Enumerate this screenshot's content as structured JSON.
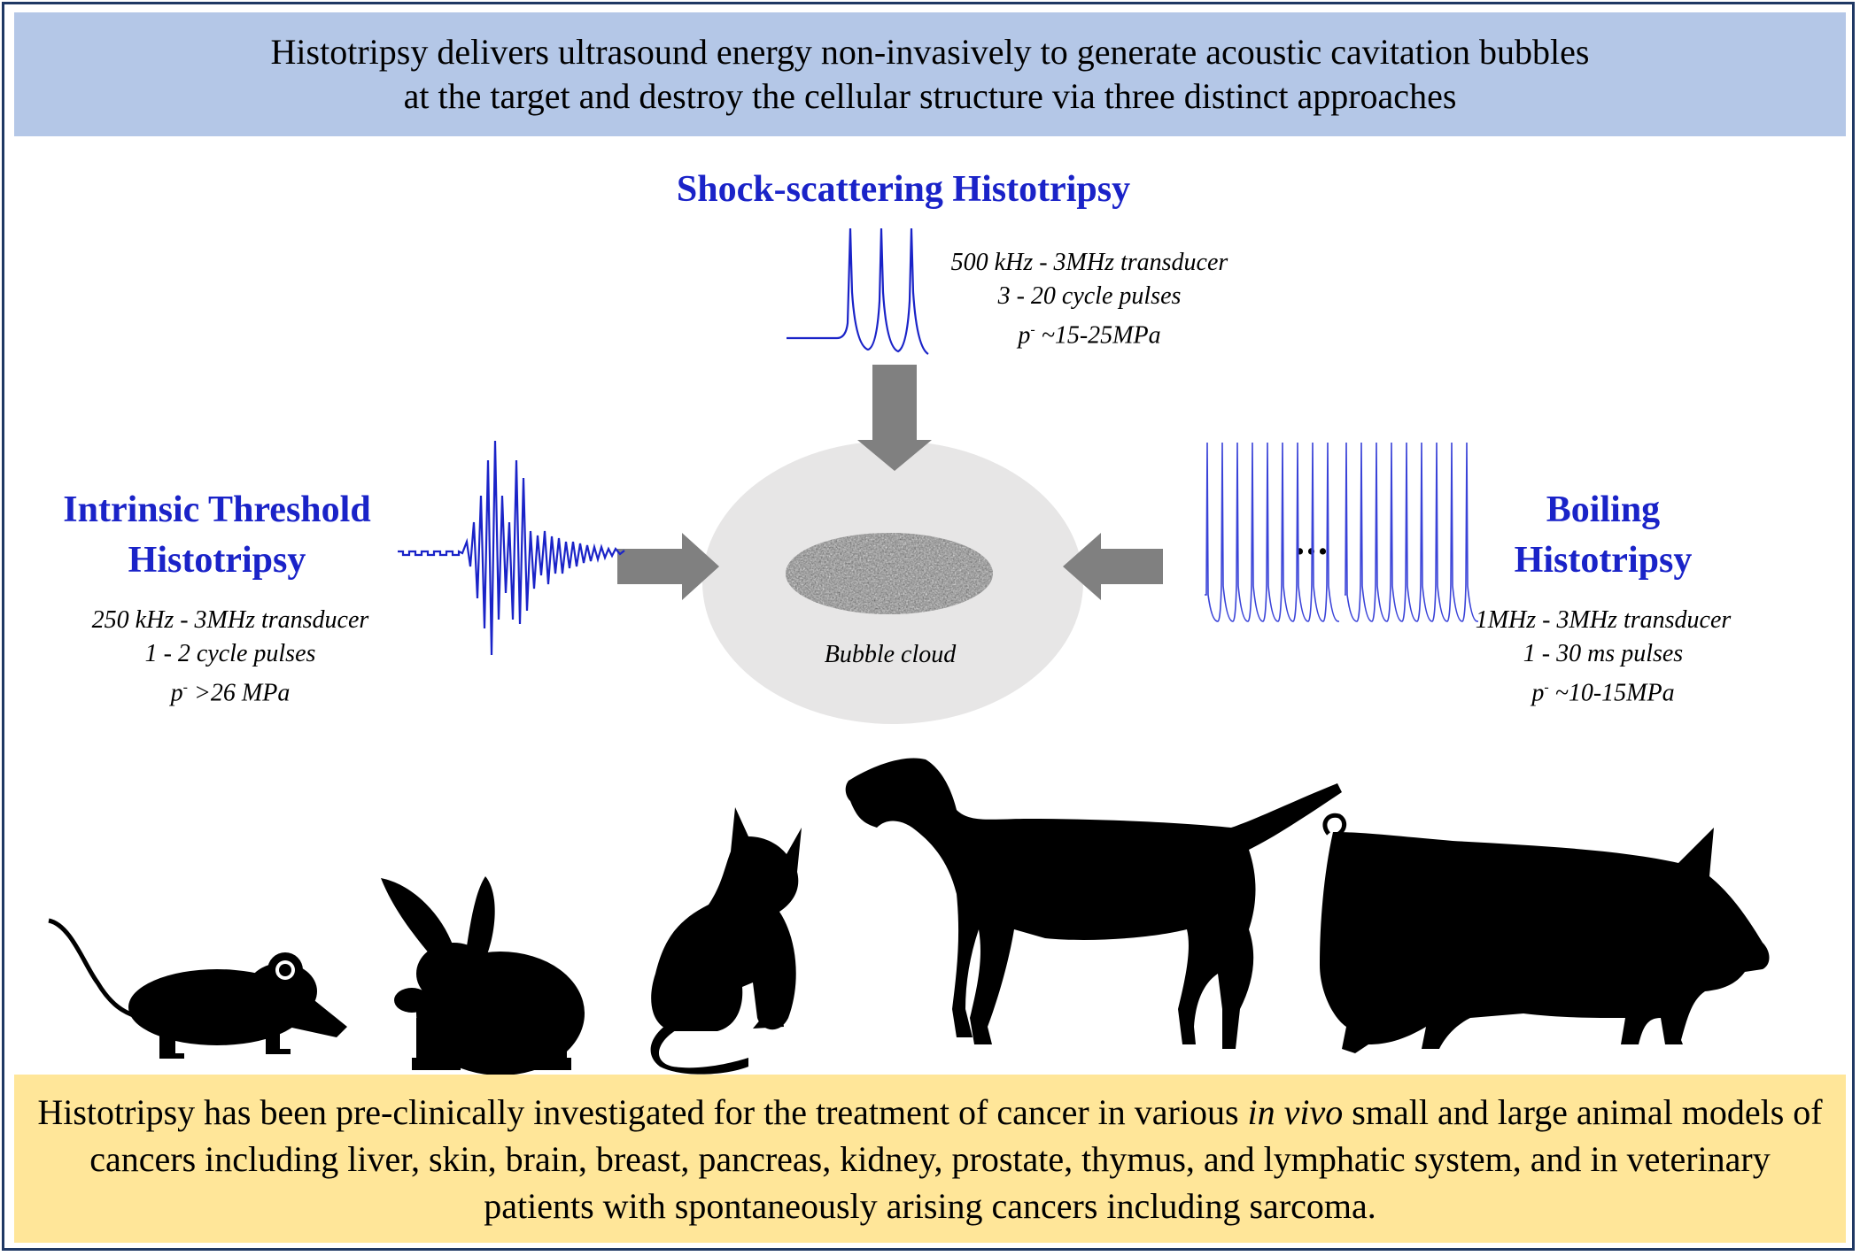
{
  "top_banner": {
    "line1": "Histotripsy delivers ultrasound energy non-invasively to generate acoustic cavitation bubbles",
    "line2": "at the target and destroy the cellular structure via three distinct approaches"
  },
  "shock": {
    "title": "Shock-scattering Histotripsy",
    "spec1": "500 kHz - 3MHz transducer",
    "spec2": "3 - 20 cycle pulses",
    "spec3_prefix": "p",
    "spec3_sup": "-",
    "spec3_value": " ~15-25MPa"
  },
  "intrinsic": {
    "title_line1": "Intrinsic Threshold",
    "title_line2": "Histotripsy",
    "spec1": "250 kHz - 3MHz transducer",
    "spec2": "1 - 2 cycle pulses",
    "spec3_prefix": "p",
    "spec3_sup": "-",
    "spec3_value": " >26 MPa"
  },
  "boiling": {
    "title_line1": "Boiling",
    "title_line2": "Histotripsy",
    "spec1": "1MHz - 3MHz transducer",
    "spec2": "1 - 30 ms pulses",
    "spec3_prefix": "p",
    "spec3_sup": "-",
    "spec3_value": " ~10-15MPa",
    "ellipsis": "..."
  },
  "center": {
    "label": "Bubble cloud"
  },
  "bottom_banner": {
    "part1": "Histotripsy has been pre-clinically investigated for the treatment of cancer in various ",
    "italic": "in vivo",
    "part2": " small and large animal models of cancers including liver, skin, brain, breast, pancreas, kidney, prostate, thymus, and lymphatic system, and in veterinary patients with spontaneously arising cancers including sarcoma."
  },
  "animals": [
    "mouse-icon",
    "rabbit-icon",
    "cat-icon",
    "dog-icon",
    "pig-icon"
  ],
  "colors": {
    "heading": "#1a23c8",
    "top_banner": "#b4c7e7",
    "bottom_banner": "#ffe699",
    "arrow": "#808080",
    "cloud": "#e7e6e6",
    "frame": "#1f3864"
  }
}
